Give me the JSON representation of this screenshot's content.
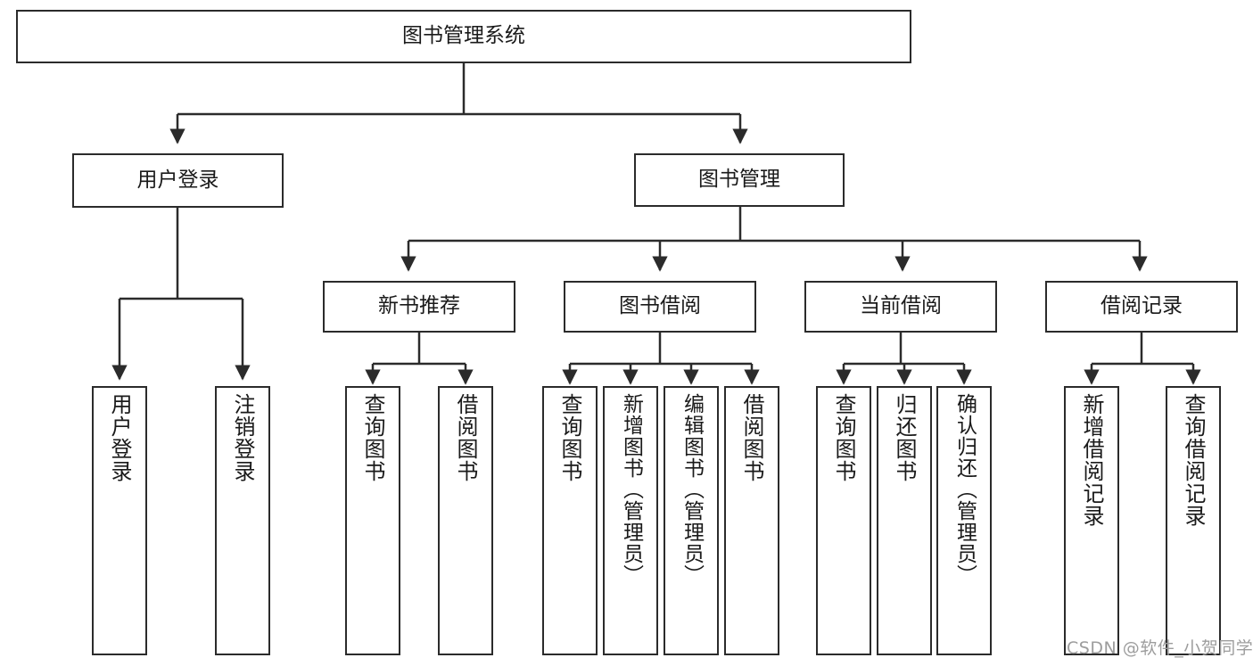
{
  "diagram": {
    "title": "图书管理系统",
    "type": "hierarchy-tree",
    "watermark": "CSDN @软件_小贺同学",
    "colors": {
      "box_border": "#2b2b2b",
      "box_fill": "#ffffff",
      "connector": "#2b2b2b",
      "text": "#1a1a1a",
      "watermark": "#9d9d9d"
    },
    "nodes": {
      "root": {
        "label": "图书管理系统"
      },
      "level1": [
        {
          "label": "用户登录"
        },
        {
          "label": "图书管理"
        }
      ],
      "level2": [
        {
          "label": "新书推荐"
        },
        {
          "label": "图书借阅"
        },
        {
          "label": "当前借阅"
        },
        {
          "label": "借阅记录"
        }
      ],
      "leaves": {
        "user_login": [
          {
            "label": "用户登录"
          },
          {
            "label": "注销登录"
          }
        ],
        "new_book_recommend": [
          {
            "label": "查询图书"
          },
          {
            "label": "借阅图书"
          }
        ],
        "book_borrow": [
          {
            "label": "查询图书"
          },
          {
            "label": "新增图书（管理员）"
          },
          {
            "label": "编辑图书（管理员）"
          },
          {
            "label": "借阅图书"
          }
        ],
        "current_borrow": [
          {
            "label": "查询图书"
          },
          {
            "label": "归还图书"
          },
          {
            "label": "确认归还（管理员）"
          }
        ],
        "borrow_record": [
          {
            "label": "新增借阅记录"
          },
          {
            "label": "查询借阅记录"
          }
        ]
      }
    }
  }
}
